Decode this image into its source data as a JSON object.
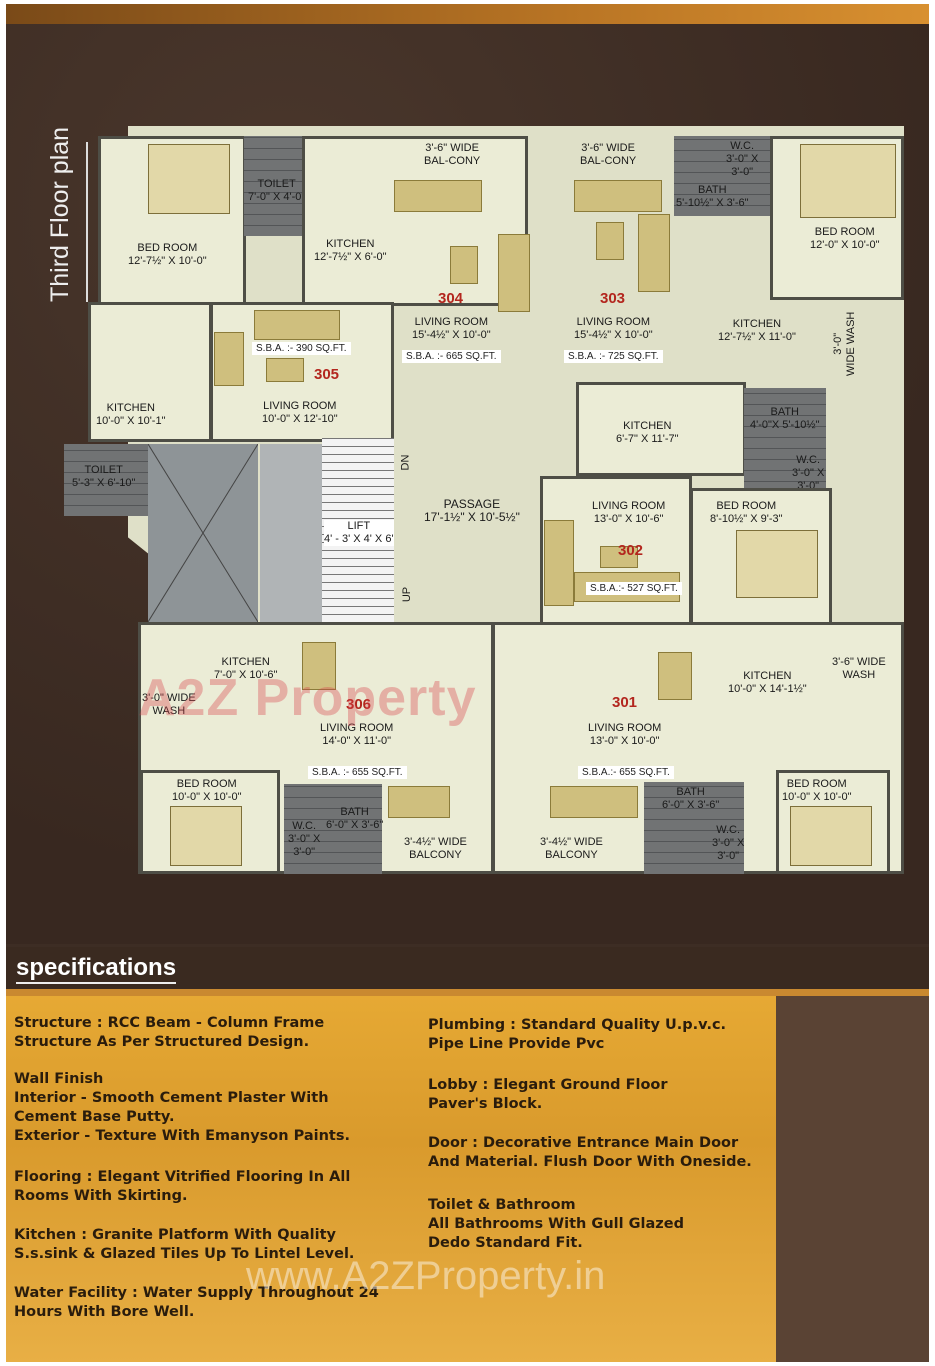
{
  "page_title": "Third Floor plan",
  "units": {
    "u304": {
      "number": "304",
      "balcony": "3'-6\" WIDE\nBAL-CONY",
      "toilet": "TOILET\n7'-0\" X 4'-0\"",
      "bed": "BED ROOM\n12'-7½\" X 10'-0\"",
      "kitchen": "KITCHEN\n12'-7½\" X 6'-0\"",
      "living": "LIVING ROOM\n15'-4½\" X 10'-0\"",
      "sba": "S.B.A. :- 665 SQ.FT."
    },
    "u303": {
      "number": "303",
      "balcony": "3'-6\" WIDE\nBAL-CONY",
      "wc": "W.C.\n3'-0\" X\n3'-0\"",
      "bath": "BATH\n5'-10½\" X 3'-6\"",
      "bed": "BED ROOM\n12'-0\" X 10'-0\"",
      "living": "LIVING ROOM\n15'-4½\" X 10'-0\"",
      "kitchen": "KITCHEN\n12'-7½\" X 11'-0\"",
      "wash": "3'-0\"\nWIDE WASH",
      "sba": "S.B.A. :- 725 SQ.FT."
    },
    "u305": {
      "number": "305",
      "kitchen": "KITCHEN\n10'-0\" X 10'-1\"",
      "living": "LIVING ROOM\n10'-0\" X 12'-10\"",
      "toilet": "TOILET\n5'-3\" X 6'-10\"",
      "sba": "S.B.A. :- 390 SQ.FT."
    },
    "u302": {
      "number": "302",
      "kitchen": "KITCHEN\n6'-7\" X 11'-7\"",
      "bath": "BATH\n4'-0\"X 5'-10½\"",
      "wc": "W.C.\n3'-0\" X\n3'-0\"",
      "living": "LIVING ROOM\n13'-0\" X 10'-6\"",
      "bed": "BED ROOM\n8'-10½\" X 9'-3\"",
      "sba": "S.B.A.:- 527 SQ.FT."
    },
    "u306": {
      "number": "306",
      "kitchen": "KITCHEN\n7'-0\" X 10'-6\"",
      "wash": "3'-0\" WIDE\nWASH",
      "living": "LIVING ROOM\n14'-0\" X 11'-0\"",
      "bed": "BED ROOM\n10'-0\" X 10'-0\"",
      "wc": "W.C.\n3'-0\" X\n3'-0\"",
      "bath": "BATH\n6'-0\" X 3'-6\"",
      "balcony": "3'-4½\" WIDE\nBALCONY",
      "sba": "S.B.A. :- 655 SQ.FT."
    },
    "u301": {
      "number": "301",
      "kitchen": "KITCHEN\n10'-0\" X 14'-1½\"",
      "wash": "3'-6\" WIDE\nWASH",
      "living": "LIVING ROOM\n13'-0\" X 10'-0\"",
      "bed": "BED ROOM\n10'-0\" X 10'-0\"",
      "bath": "BATH\n6'-0\" X 3'-6\"",
      "wc": "W.C.\n3'-0\" X\n3'-0\"",
      "balcony": "3'-4½\" WIDE\nBALCONY",
      "sba": "S.B.A.:- 655 SQ.FT."
    }
  },
  "common": {
    "passage": "PASSAGE\n17'-1½\" X 10'-5½\"",
    "lift": "LIFT\n4' - 3' X 4' X 6'",
    "dn": "DN",
    "up": "UP"
  },
  "watermark_plan": "A2Z Property",
  "specifications": {
    "title": "specifications",
    "left": [
      "Structure : RCC Beam - Column Frame Structure As Per Structured Design.",
      "Wall Finish\nInterior - Smooth Cement Plaster With Cement Base Putty.\nExterior - Texture With Emanyson Paints.",
      "Flooring : Elegant Vitrified Flooring In All Rooms With Skirting.",
      "Kitchen : Granite Platform With Quality S.s.sink & Glazed Tiles Up To Lintel Level.",
      "Water Facility : Water Supply Throughout 24 Hours With Bore Well."
    ],
    "right": [
      "Plumbing : Standard Quality U.p.v.c. Pipe Line Provide Pvc",
      "Lobby : Elegant Ground Floor Paver's Block.",
      "Door : Decorative Entrance Main Door And Material. Flush Door With Oneside.",
      "Toilet & Bathroom\nAll Bathrooms With Gull Glazed Dedo Standard Fit."
    ]
  },
  "watermark_url": "www.A2ZProperty.in"
}
